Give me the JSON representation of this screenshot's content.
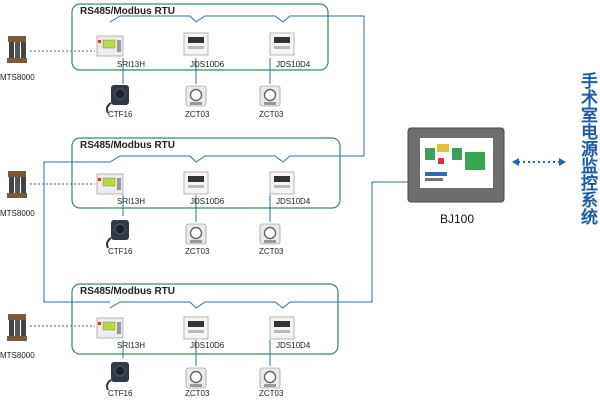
{
  "bus_label": "RS485/Modbus RTU",
  "groups": [
    {
      "transformer": "MTS8000",
      "insulation_monitor": "SRI13H",
      "current_sensor": "CTF16",
      "meters": [
        "JDS10D6",
        "JDS10D4"
      ],
      "meter_cts": [
        "ZCT03",
        "ZCT03"
      ]
    },
    {
      "transformer": "MTS8000",
      "insulation_monitor": "SRI13H",
      "current_sensor": "CTF16",
      "meters": [
        "JDS10D6",
        "JDS10D4"
      ],
      "meter_cts": [
        "ZCT03",
        "ZCT03"
      ]
    },
    {
      "transformer": "MTS8000",
      "insulation_monitor": "SRI13H",
      "current_sensor": "CTF16",
      "meters": [
        "JDS10D6",
        "JDS10D4"
      ],
      "meter_cts": [
        "ZCT03",
        "ZCT03"
      ]
    }
  ],
  "panel_label": "BJ100",
  "side_title": "手术室电源监控系统",
  "colors": {
    "group_box": "#3a8a5a",
    "bus_line": "#2f6f9f",
    "side_title": "#1f5aa8",
    "connector": "#2b5db0"
  }
}
